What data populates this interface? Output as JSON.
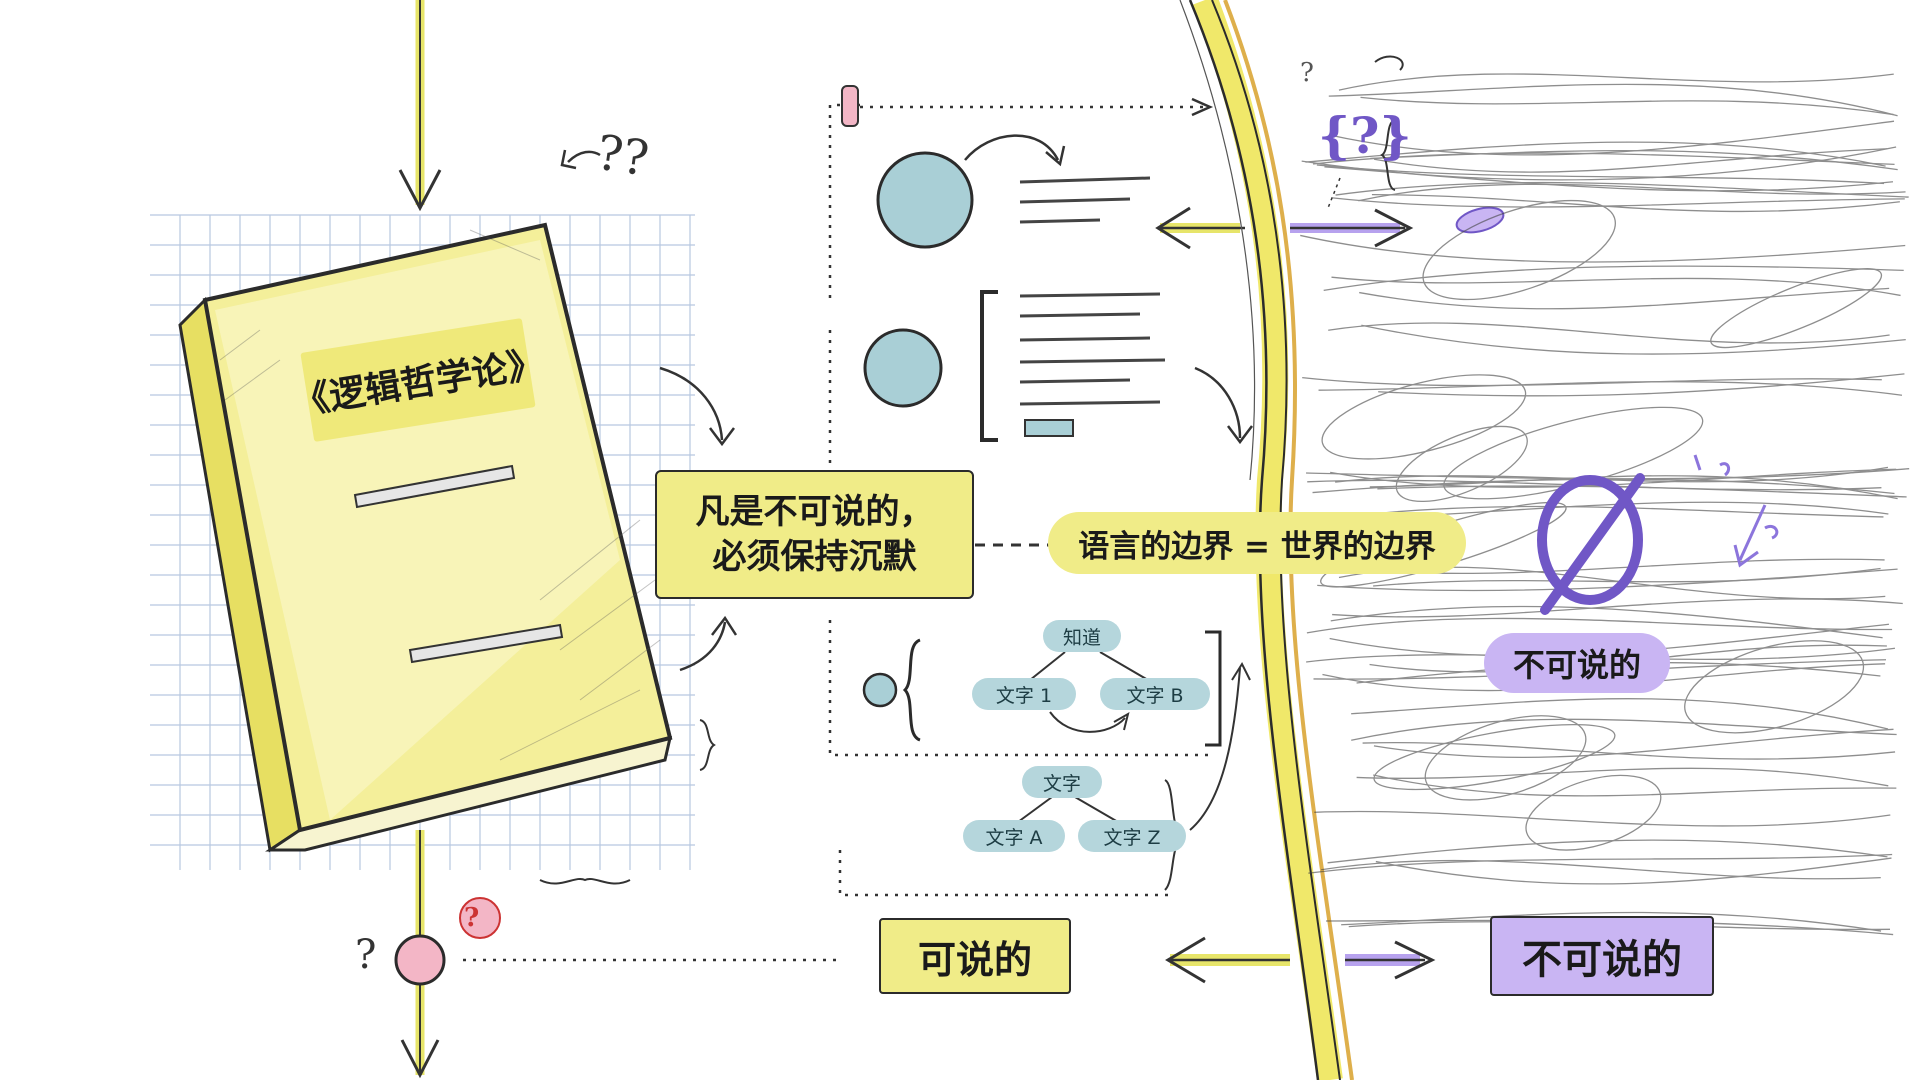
{
  "diagram": {
    "book_title": "《逻辑哲学论》",
    "quote_line1": "凡是不可说的，",
    "quote_line2": "必须保持沉默",
    "boundary_label": "语言的边界 = 世界的边界",
    "unsayable_label": "不可说的",
    "sayable_label": "可说的",
    "empty_set_symbol": "∅",
    "tree_nodes": {
      "know": "知道",
      "text1": "文字 1",
      "textB": "文字 B",
      "text": "文字",
      "textA": "文字 A",
      "textZ": "文字 Z"
    },
    "question_marks": {
      "top": "??",
      "left": "?",
      "small": "?",
      "cloud": "?",
      "brace": "{?}"
    }
  },
  "colors": {
    "yellow": "#f0ec88",
    "purple": "#c9b5f3",
    "purple_ink": "#7057c6",
    "blue": "#a9cfd6",
    "pink": "#f3b6c6",
    "ink": "#2b2b2b"
  }
}
